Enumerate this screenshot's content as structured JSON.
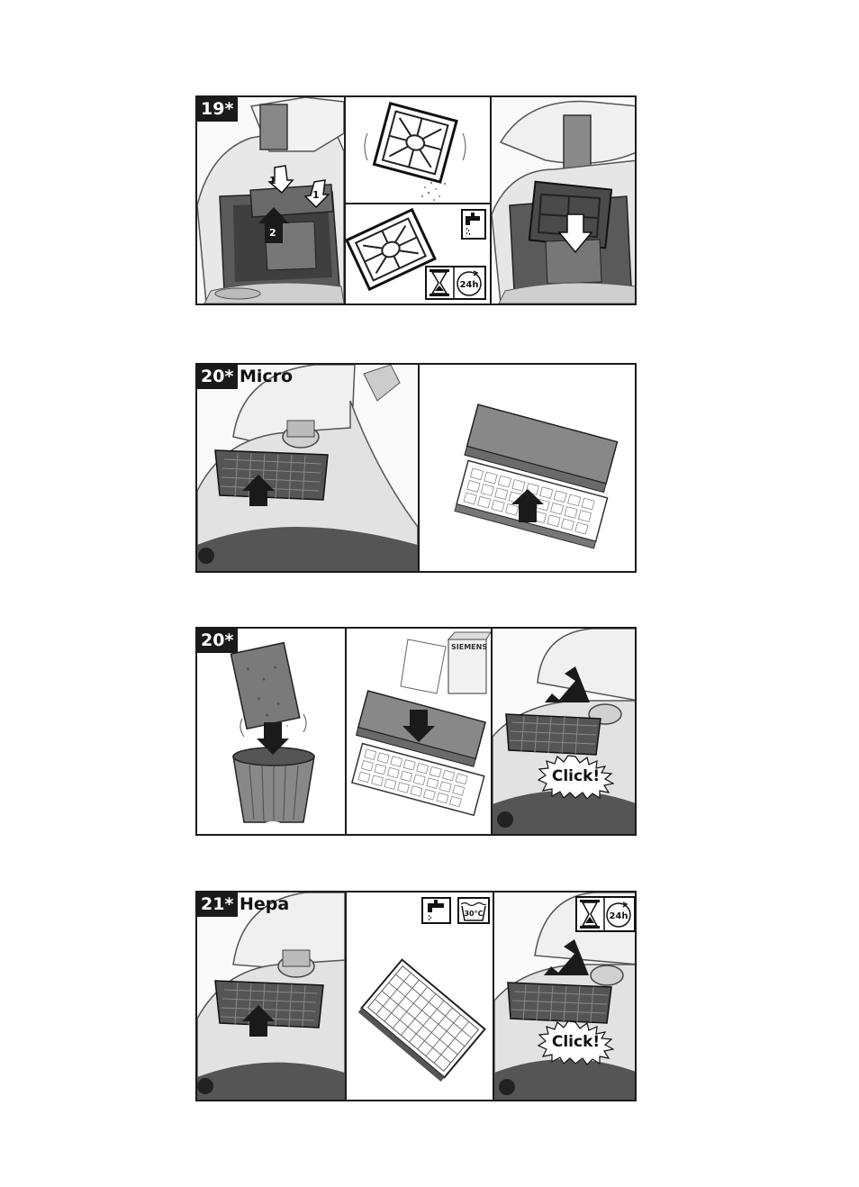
{
  "step19": {
    "badge": "19*",
    "arrow_label_1": "1",
    "arrow_label_1b": "1",
    "arrow_label_2": "2",
    "hours": "24h"
  },
  "step20a": {
    "badge": "20*",
    "title": "Micro"
  },
  "step20b": {
    "badge": "20*",
    "brand": "SIEMENS",
    "click": "Click!"
  },
  "step21": {
    "badge": "21*",
    "title": "Hepa",
    "temperature": "30°C",
    "hours": "24h",
    "click": "Click!"
  }
}
